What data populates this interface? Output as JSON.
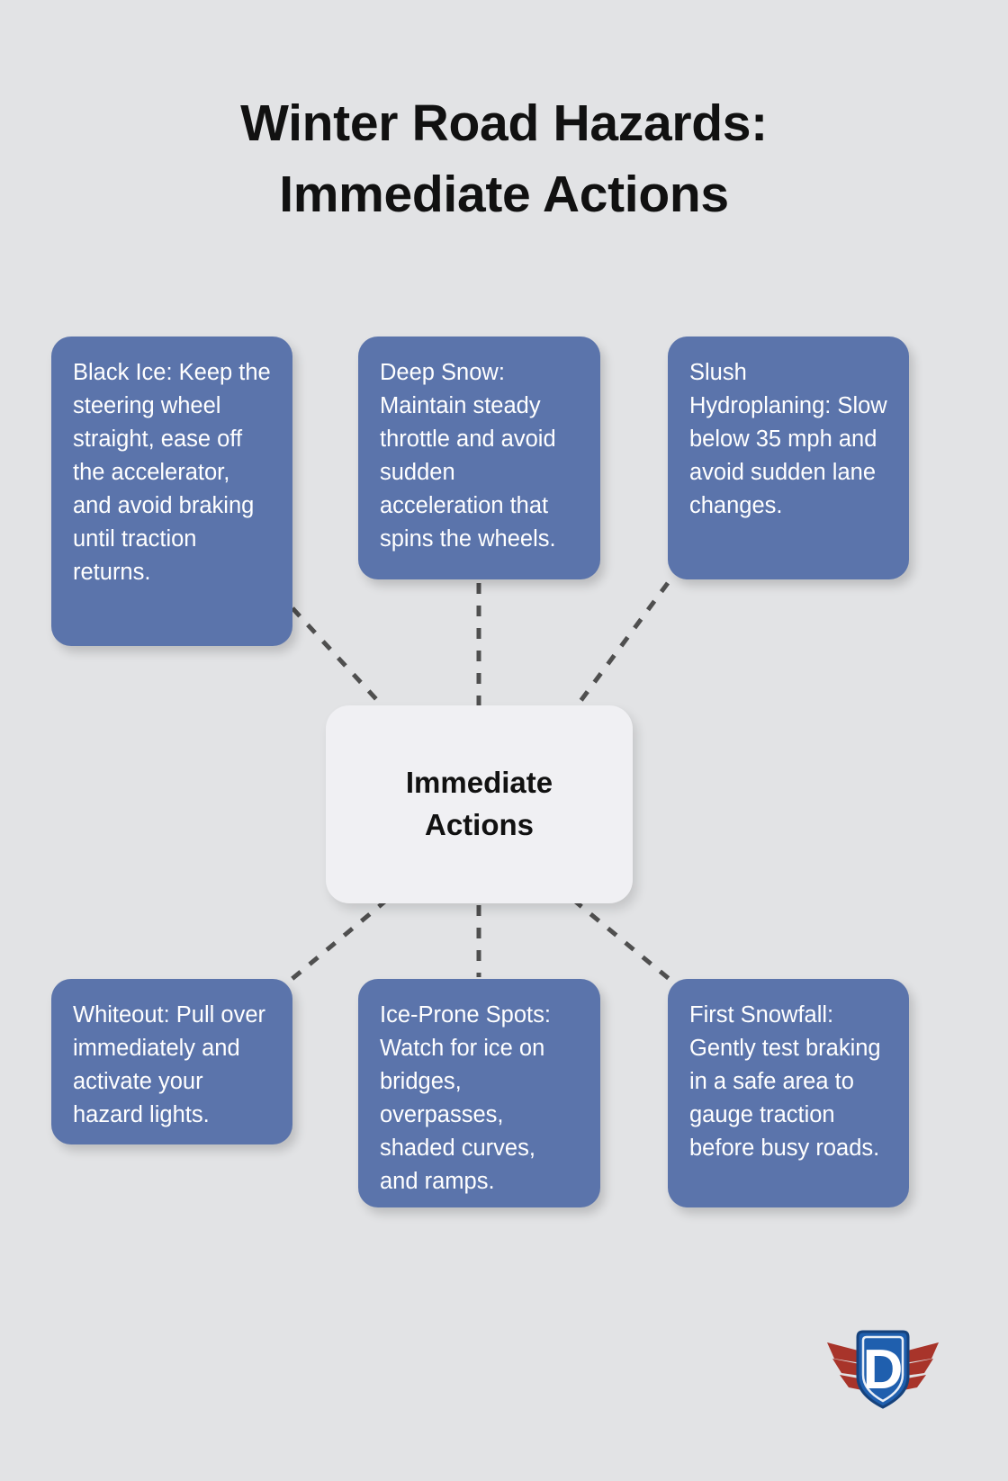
{
  "page": {
    "background_color": "#E2E3E5",
    "title_lines": [
      "Winter Road Hazards:",
      "Immediate Actions"
    ],
    "title_full": "Winter Road Hazards: Immediate Actions"
  },
  "center": {
    "label": "Immediate\nActions",
    "background_color": "#F0F0F3",
    "text_color": "#111111"
  },
  "style": {
    "card_color": "#5B74AB",
    "card_text_color": "#FFFFFF",
    "connector_color": "#4F4F4F"
  },
  "cards": [
    {
      "id": "black-ice",
      "name": "Black Ice",
      "text": "Black Ice: Keep the steering wheel straight, ease off the accelerator, and avoid braking until traction returns."
    },
    {
      "id": "deep-snow",
      "name": "Deep Snow",
      "text": "Deep Snow: Maintain steady throttle and avoid sudden acceleration that spins the wheels."
    },
    {
      "id": "slush-hydroplaning",
      "name": "Slush Hydroplaning",
      "text": "Slush Hydroplaning: Slow below 35 mph and avoid sudden lane changes."
    },
    {
      "id": "whiteout",
      "name": "Whiteout",
      "text": "Whiteout: Pull over immediately and activate your hazard lights."
    },
    {
      "id": "ice-prone-spots",
      "name": "Ice-Prone Spots",
      "text": "Ice-Prone Spots: Watch for ice on bridges, overpasses, shaded curves, and ramps."
    },
    {
      "id": "first-snowfall",
      "name": "First Snowfall",
      "text": "First Snowfall: Gently test braking in a safe area to gauge traction before busy roads."
    }
  ],
  "logo": {
    "letter": "D",
    "shield_color": "#1F5FAE",
    "shield_outline_color": "#16427C",
    "wing_color": "#A8342A",
    "letter_color": "#FFFFFF"
  }
}
